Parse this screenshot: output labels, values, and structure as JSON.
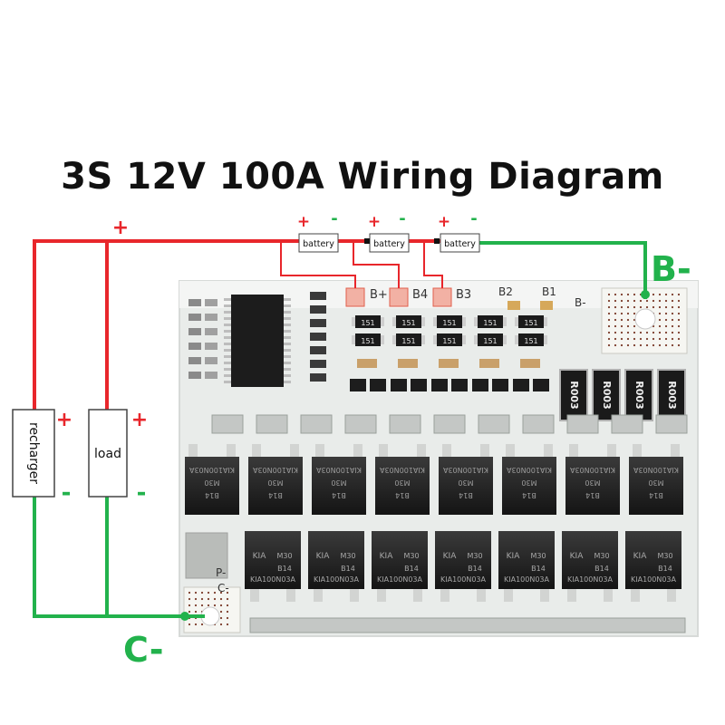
{
  "title": "3S 12V 100A Wiring Diagram",
  "colors": {
    "positive": "#e8262b",
    "negative": "#22b24c",
    "board": "#eef0ef"
  },
  "batteries": [
    {
      "label": "battery",
      "plus": "+",
      "minus": "-"
    },
    {
      "label": "battery",
      "plus": "+",
      "minus": "-"
    },
    {
      "label": "battery",
      "plus": "+",
      "minus": "-"
    }
  ],
  "top_rail_plus": "+",
  "recharger": {
    "label": "recharger",
    "plus": "+",
    "minus": "-"
  },
  "load": {
    "label": "load",
    "plus": "+",
    "minus": "-"
  },
  "terminals": {
    "b_minus": "B-",
    "c_minus": "C-"
  },
  "board_labels": {
    "b_plus": "B+",
    "b4": "B4",
    "b3": "B3",
    "b2": "B2",
    "b1": "B1",
    "b_minus": "B-",
    "p_minus": "P-",
    "c_minus": "C-"
  },
  "resistor_codes": [
    "151",
    "151",
    "151",
    "151",
    "151"
  ],
  "shunt_label": "R003",
  "mosfet_top": [
    "KIA100N03A",
    "M30",
    "B14"
  ],
  "mosfet_bottom": [
    "KIA",
    "M30",
    "B14",
    "KIA100N03A"
  ]
}
